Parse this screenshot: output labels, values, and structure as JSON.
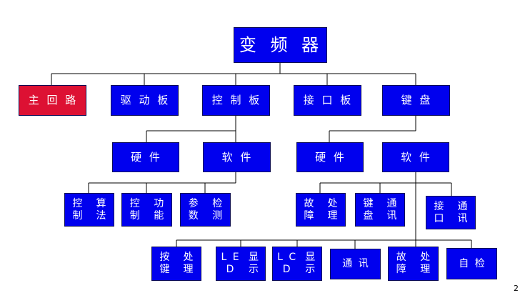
{
  "colors": {
    "box": "#0000ee",
    "highlight": "#dd1133",
    "text": "#ffffff",
    "line": "#000000"
  },
  "nodes": {
    "root": {
      "label": "变 频 器"
    },
    "main": {
      "label": "主 回 路",
      "highlighted": true
    },
    "drive": {
      "label": "驱 动 板"
    },
    "ctrlboard": {
      "label": "控 制 板"
    },
    "iface": {
      "label": "接 口 板"
    },
    "keyboard": {
      "label": "键 盘"
    },
    "hw1": {
      "label": "硬 件"
    },
    "sw1": {
      "label": "软 件"
    },
    "hw2": {
      "label": "硬 件"
    },
    "sw2": {
      "label": "软 件"
    },
    "algo": {
      "line1": "控 制",
      "line2": "算 法"
    },
    "func": {
      "line1": "控 制",
      "line2": "功 能"
    },
    "param": {
      "line1": "参 数",
      "line2": "检 测"
    },
    "fault1": {
      "line1": "故 障",
      "line2": "处 理"
    },
    "kbcomm": {
      "line1": "键 盘",
      "line2": "通 讯"
    },
    "ifcomm": {
      "line1": "接 口",
      "line2": "通 讯"
    },
    "key": {
      "line1": "按 键",
      "line2": "处 理"
    },
    "led": {
      "line1": "L E D",
      "line2": "显 示"
    },
    "lcd": {
      "line1": "L C D",
      "line2": "显 示"
    },
    "comm": {
      "label": "通 讯"
    },
    "fault2": {
      "line1": "故 障",
      "line2": "处 理"
    },
    "selftest": {
      "label": "自 检"
    }
  },
  "stray_mark": "2"
}
